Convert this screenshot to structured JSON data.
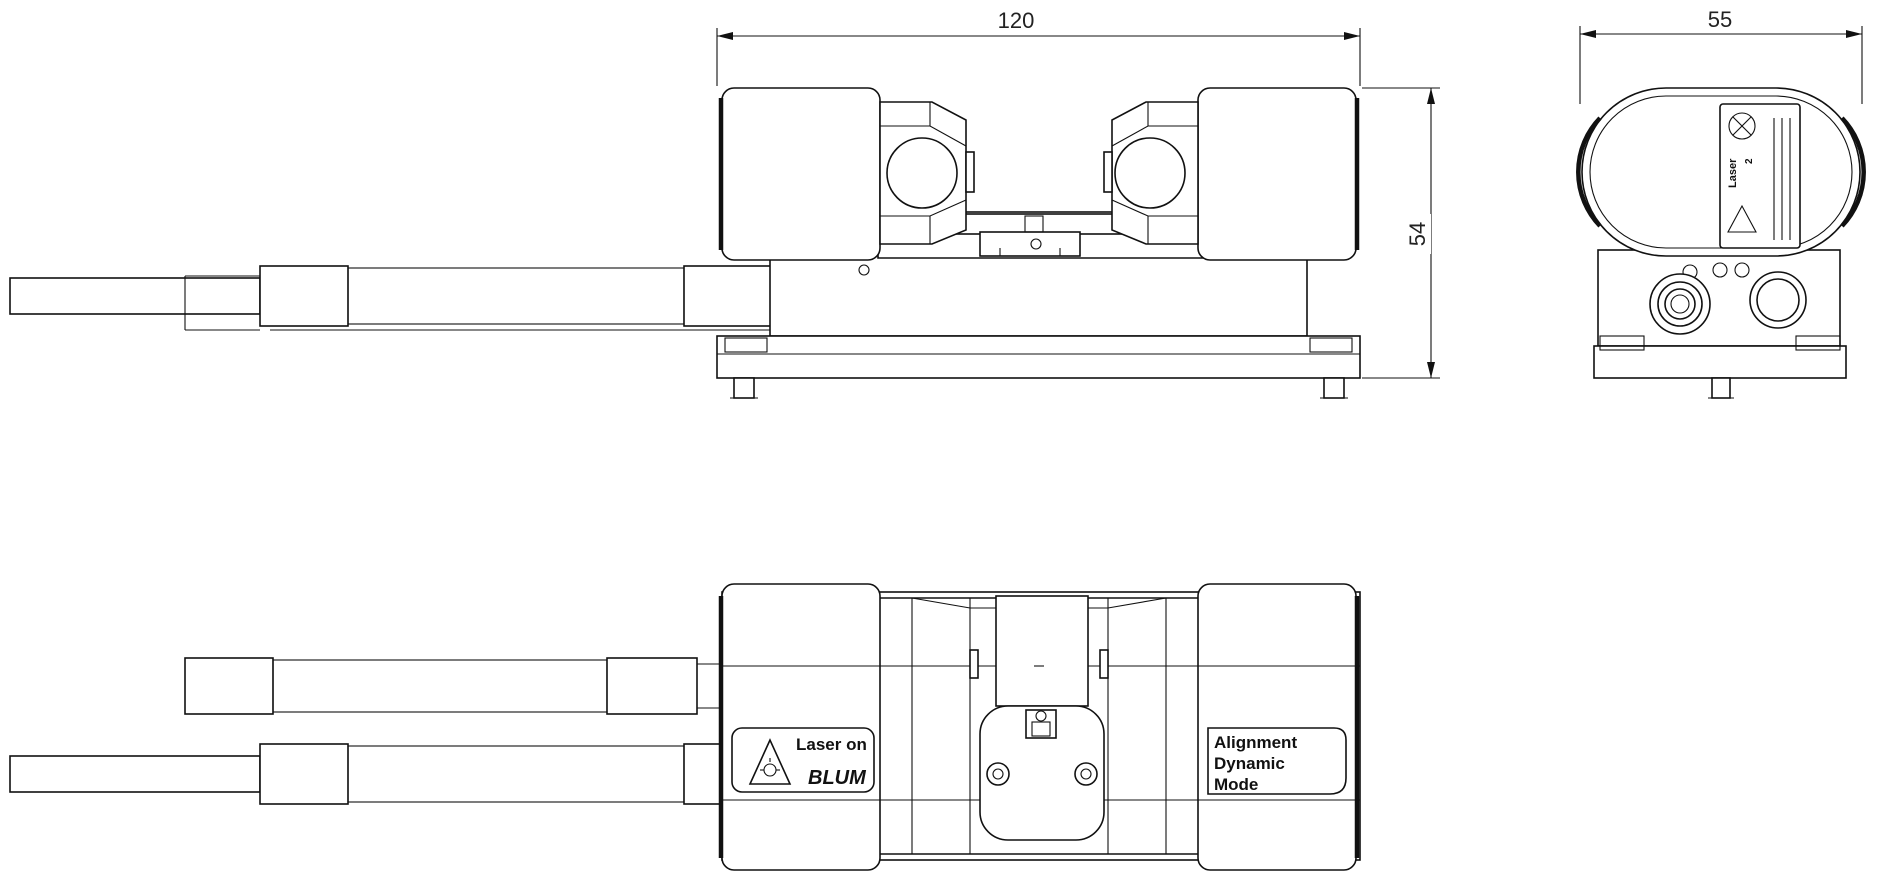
{
  "dimensions": {
    "width_top": "120",
    "height_side": "54",
    "width_side": "55"
  },
  "labels": {
    "laser_on": "Laser on",
    "brand": "BLUM",
    "alignment_line1": "Alignment",
    "alignment_line2": "Dynamic",
    "alignment_line3": "Mode",
    "side_laser": "Laser",
    "side_class": "2"
  },
  "icons": [
    "laser-warning-icon",
    "no-eye-exposure-icon"
  ],
  "colors": {
    "line": "#111111",
    "background": "#ffffff"
  }
}
